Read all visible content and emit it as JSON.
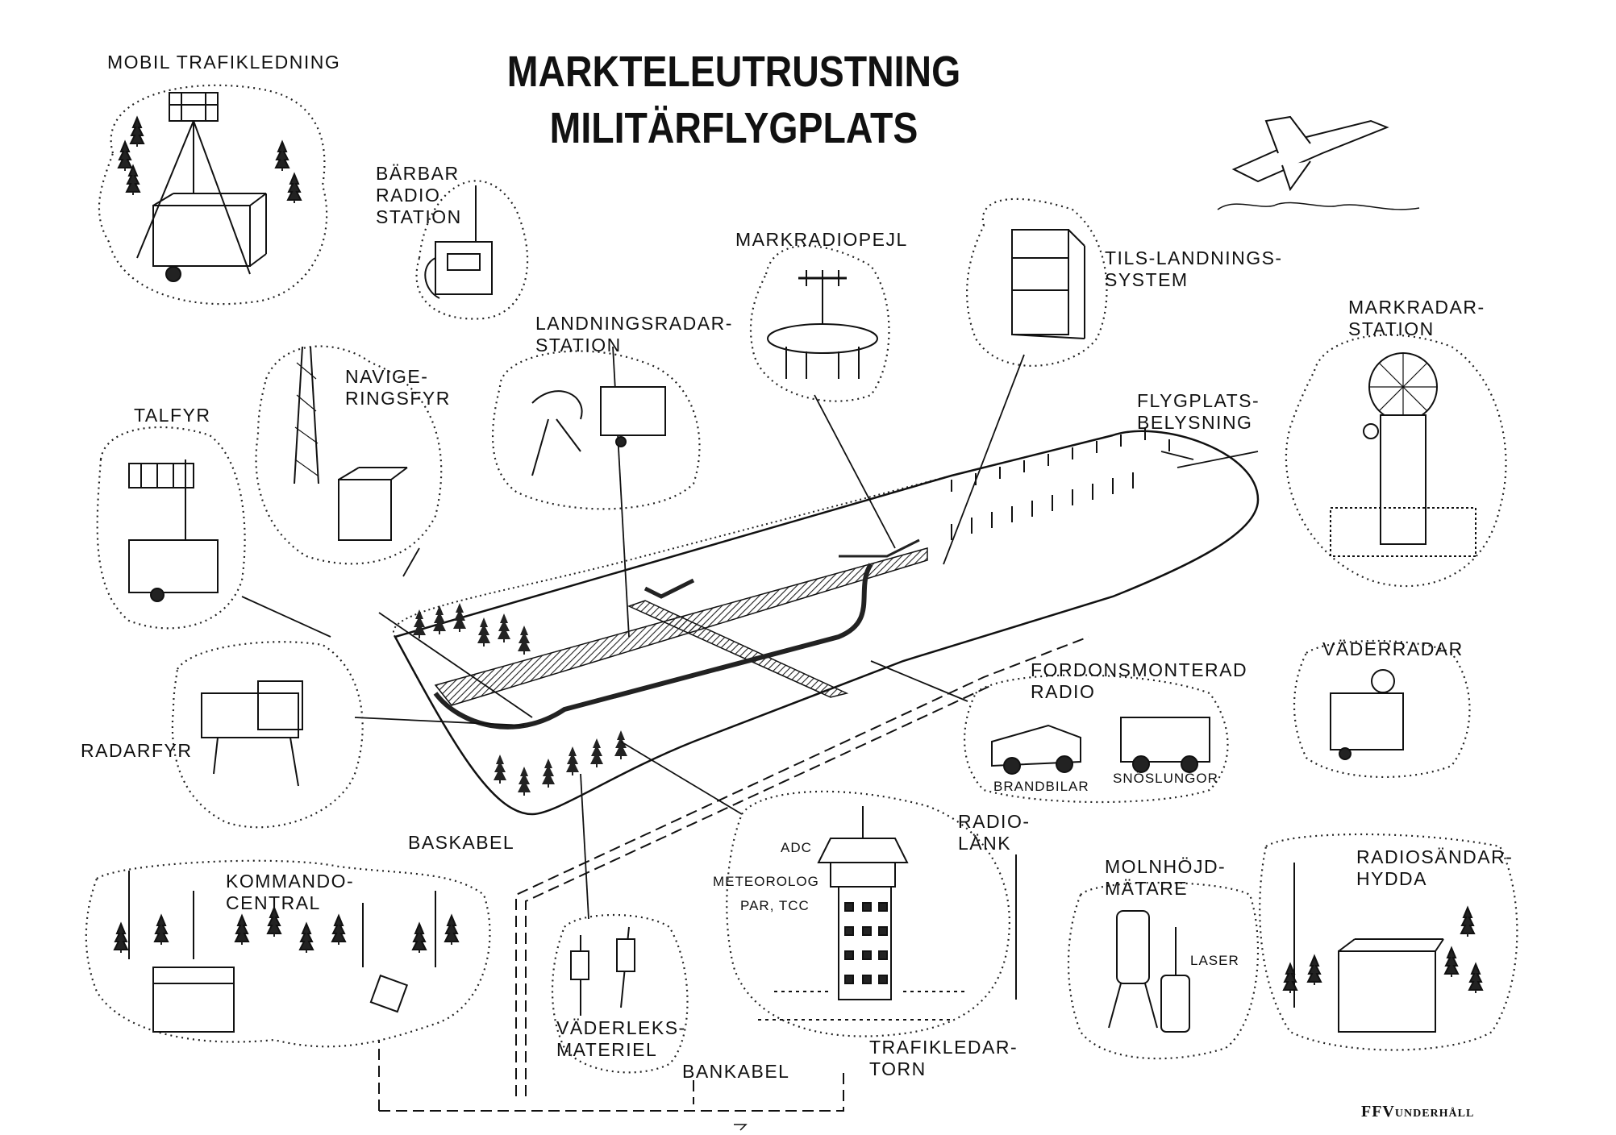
{
  "title": {
    "line1": "MARKTELEUTRUSTNING",
    "line2": "MILITÄRFLYGPLATS"
  },
  "labels": {
    "mobil_trafikledning": "MOBIL TRAFIKLEDNING",
    "barbar_radio_station": [
      "BÄRBAR",
      "RADIO",
      "STATION"
    ],
    "markradiopejl": "MARKRADIOPEJL",
    "tils_landningssystem": [
      "TILS-LANDNINGS-",
      "SYSTEM"
    ],
    "markradarstation": [
      "MARKRADAR-",
      "STATION"
    ],
    "landningsradarstation": [
      "LANDNINGSRADAR-",
      "STATION"
    ],
    "navigeringsfyr": [
      "NAVIGE-",
      "RINGSFYR"
    ],
    "flygplatsbelysning": [
      "FLYGPLATS-",
      "BELYSNING"
    ],
    "talfyr": "TALFYR",
    "vaderradar": "VÄDERRADAR",
    "fordonsmonterad_radio": [
      "FORDONSMONTERAD",
      "RADIO"
    ],
    "brandbilar": "BRANDBILAR",
    "snoslungor": "SNÖSLUNGOR",
    "radarfyr": "RADARFYR",
    "baskabel": "BASKABEL",
    "kommandocentral": [
      "KOMMANDO-",
      "CENTRAL"
    ],
    "adc": "ADC",
    "meteorolog": "METEOROLOG",
    "par_tcc": "PAR, TCC",
    "radiolank": [
      "RADIO-",
      "LÄNK"
    ],
    "molnhojdmatare": [
      "MOLNHÖJD-",
      "MÄTARE"
    ],
    "laser": "LASER",
    "radiosandarhydda": [
      "RADIOSÄNDAR-",
      "HYDDA"
    ],
    "vaderleksmateriel": [
      "VÄDERLEKS-",
      "MATERIEL"
    ],
    "trafikledartorn": [
      "TRAFIKLEDAR-",
      "TORN"
    ],
    "bankabel": "BANKABEL"
  },
  "logo": {
    "brand": "FFV",
    "sub": "UNDERHÅLL"
  }
}
